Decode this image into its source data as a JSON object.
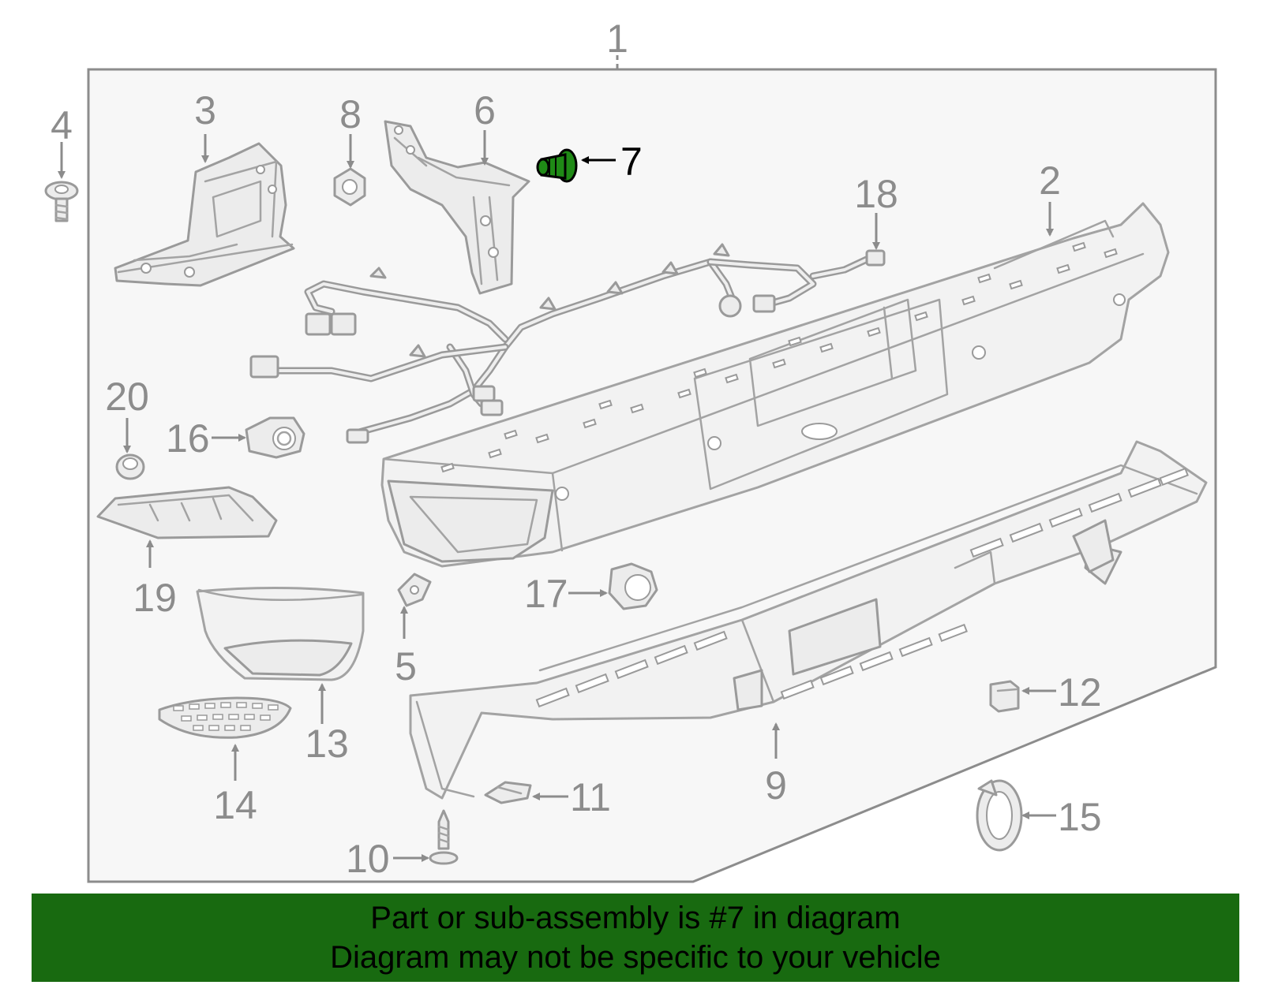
{
  "diagram": {
    "main_callout": "1",
    "highlighted_part": "7",
    "colors": {
      "highlight_part": "#1f8a16",
      "banner_background": "#186a10",
      "callout_text": "#8c8c8c",
      "highlight_text": "#000000",
      "assembly_box_fill": "#f7f7f7"
    },
    "callouts": [
      {
        "id": "c1",
        "label": "1"
      },
      {
        "id": "c2",
        "label": "2"
      },
      {
        "id": "c3",
        "label": "3"
      },
      {
        "id": "c4",
        "label": "4"
      },
      {
        "id": "c5",
        "label": "5"
      },
      {
        "id": "c6",
        "label": "6"
      },
      {
        "id": "c7",
        "label": "7"
      },
      {
        "id": "c8",
        "label": "8"
      },
      {
        "id": "c9",
        "label": "9"
      },
      {
        "id": "c10",
        "label": "10"
      },
      {
        "id": "c11",
        "label": "11"
      },
      {
        "id": "c12",
        "label": "12"
      },
      {
        "id": "c13",
        "label": "13"
      },
      {
        "id": "c14",
        "label": "14"
      },
      {
        "id": "c15",
        "label": "15"
      },
      {
        "id": "c16",
        "label": "16"
      },
      {
        "id": "c17",
        "label": "17"
      },
      {
        "id": "c18",
        "label": "18"
      },
      {
        "id": "c19",
        "label": "19"
      },
      {
        "id": "c20",
        "label": "20"
      }
    ]
  },
  "banner": {
    "line1": "Part or sub-assembly is #7 in diagram",
    "line2": "Diagram may not be specific to your vehicle"
  }
}
